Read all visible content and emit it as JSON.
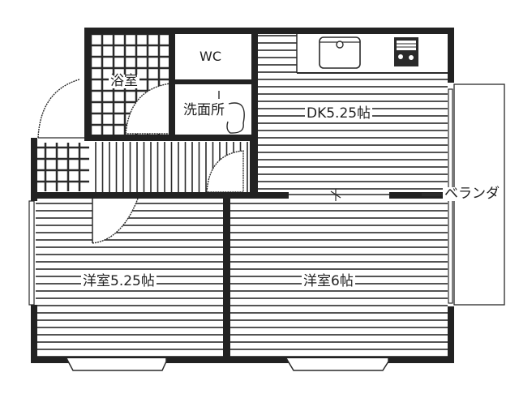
{
  "plan": {
    "colors": {
      "wall": "#222222",
      "line": "#2a2a2a",
      "floor": "#ffffff",
      "background": "#ffffff"
    },
    "rooms": [
      {
        "id": "bath",
        "label": "浴室",
        "type": "bathroom"
      },
      {
        "id": "wc",
        "label": "WC",
        "type": "toilet"
      },
      {
        "id": "washroom",
        "label": "洗面所",
        "type": "washroom"
      },
      {
        "id": "dk",
        "label": "DK5.25帖",
        "type": "dining-kitchen",
        "size_jo": 5.25
      },
      {
        "id": "western1",
        "label": "洋室5.25帖",
        "type": "western-room",
        "size_jo": 5.25
      },
      {
        "id": "western2",
        "label": "洋室6帖",
        "type": "western-room",
        "size_jo": 6
      },
      {
        "id": "veranda",
        "label": "ベランダ",
        "type": "balcony"
      }
    ],
    "fixtures": [
      {
        "id": "sink",
        "name": "kitchen-sink"
      },
      {
        "id": "stove",
        "name": "gas-stove"
      }
    ]
  }
}
